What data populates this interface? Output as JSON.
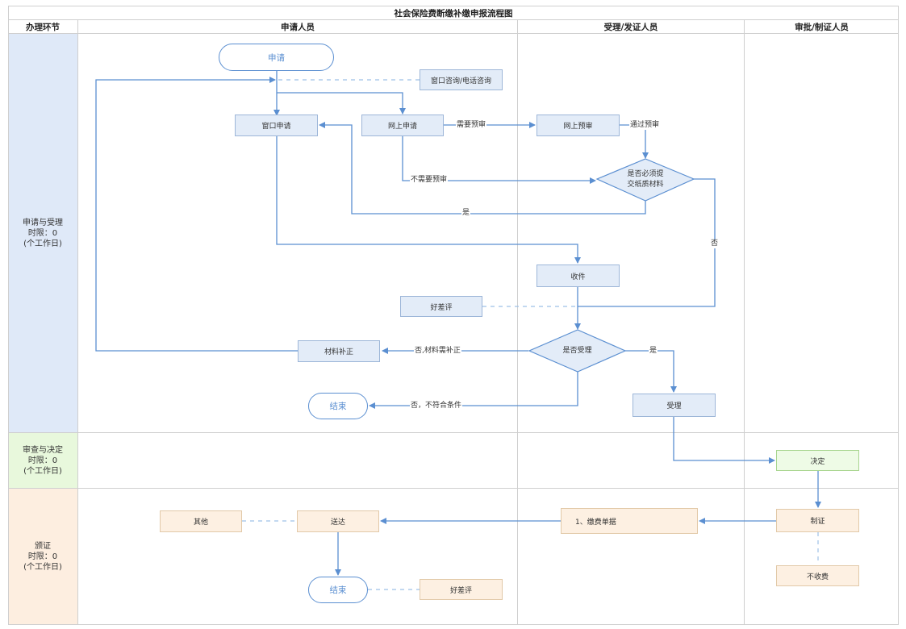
{
  "title": "社会保险费断缴补缴申报流程图",
  "columns": {
    "stage": "办理环节",
    "applicant": "申请人员",
    "acceptor": "受理/发证人员",
    "approver": "审批/制证人员"
  },
  "bands": {
    "apply": [
      "申请与受理",
      "时限：0",
      "(个工作日)"
    ],
    "review": [
      "审查与决定",
      "时限：0",
      "(个工作日)"
    ],
    "issue": [
      "颁证",
      "时限：0",
      "(个工作日)"
    ]
  },
  "nodes": {
    "start": "申请",
    "window_consult": "窗口咨询/电话咨询",
    "window_apply": "窗口申请",
    "online_apply": "网上申请",
    "online_precheck": "网上预审",
    "paper_question": [
      "是否必须提",
      "交纸质材料"
    ],
    "receive": "收件",
    "rating1": "好差评",
    "accept_question": "是否受理",
    "supplement": "材料补正",
    "end1": "结束",
    "accept": "受理",
    "decide": "决定",
    "certify": "制证",
    "no_fee": "不收费",
    "payment_doc": "1、缴费单据",
    "deliver": "送达",
    "other": "其他",
    "end2": "结束",
    "rating2": "好差评"
  },
  "edge_labels": {
    "need_precheck": "需要预审",
    "pass_precheck": "通过预审",
    "no_precheck": "不需要预审",
    "yes_paper": "是",
    "no_paper": "否",
    "need_supplement": "否,材料需补正",
    "not_eligible": "否，不符合条件",
    "yes_accept": "是"
  },
  "colors": {
    "line": "#5b8fd1",
    "blue_fill": "#e3ecf8",
    "blue_band": "#dfe9f8",
    "green_band": "#e8f8dc",
    "orange_band": "#fdeee0",
    "grid": "#cfcfcf"
  }
}
